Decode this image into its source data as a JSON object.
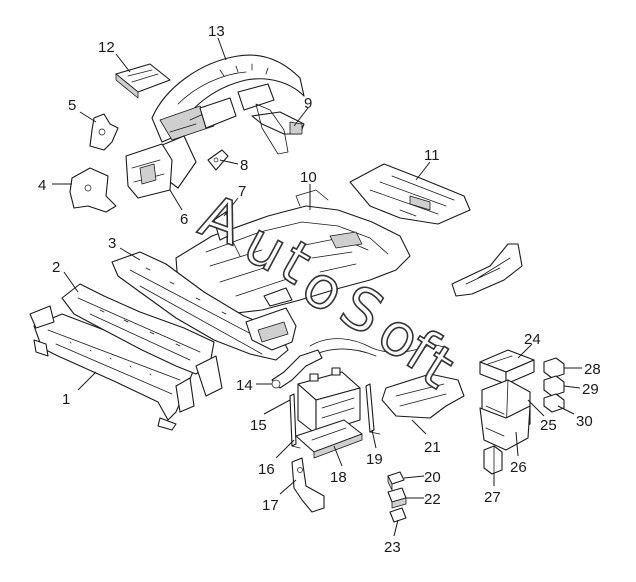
{
  "diagram": {
    "callouts": [
      "1",
      "2",
      "3",
      "4",
      "5",
      "6",
      "7",
      "8",
      "9",
      "10",
      "11",
      "12",
      "13",
      "14",
      "15",
      "16",
      "17",
      "18",
      "19",
      "20",
      "21",
      "22",
      "23",
      "24",
      "25",
      "26",
      "27",
      "28",
      "29",
      "30"
    ],
    "watermark": {
      "letters": [
        "A",
        "u",
        "t",
        "o",
        "S",
        "o",
        "f",
        "t"
      ]
    }
  }
}
